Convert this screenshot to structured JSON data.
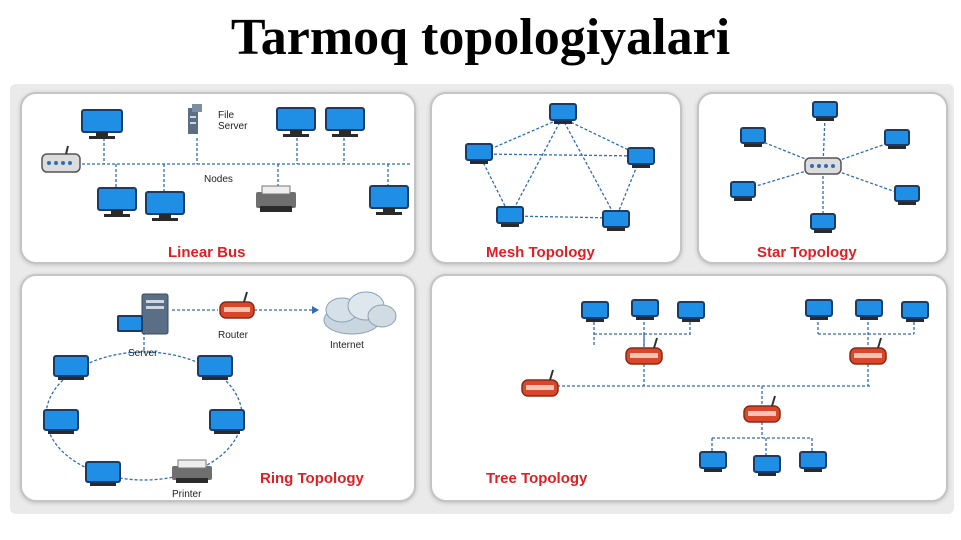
{
  "title": "Tarmoq topologiyalari",
  "colors": {
    "accent": "#e01f24",
    "screen": "#1f8fe6",
    "link": "#2f6db5"
  },
  "icons": [
    "computer-icon",
    "router-icon",
    "server-icon",
    "printer-icon",
    "cloud-icon",
    "file-server-icon",
    "hub-icon"
  ],
  "panels": {
    "linear_bus": {
      "title": "Linear Bus",
      "file_server": "File Server",
      "nodes": "Nodes"
    },
    "mesh": {
      "title": "Mesh Topology"
    },
    "star": {
      "title": "Star Topology"
    },
    "ring": {
      "title": "Ring Topology",
      "server": "Server",
      "router": "Router",
      "internet": "Internet",
      "printer": "Printer"
    },
    "tree": {
      "title": "Tree Topology"
    }
  }
}
